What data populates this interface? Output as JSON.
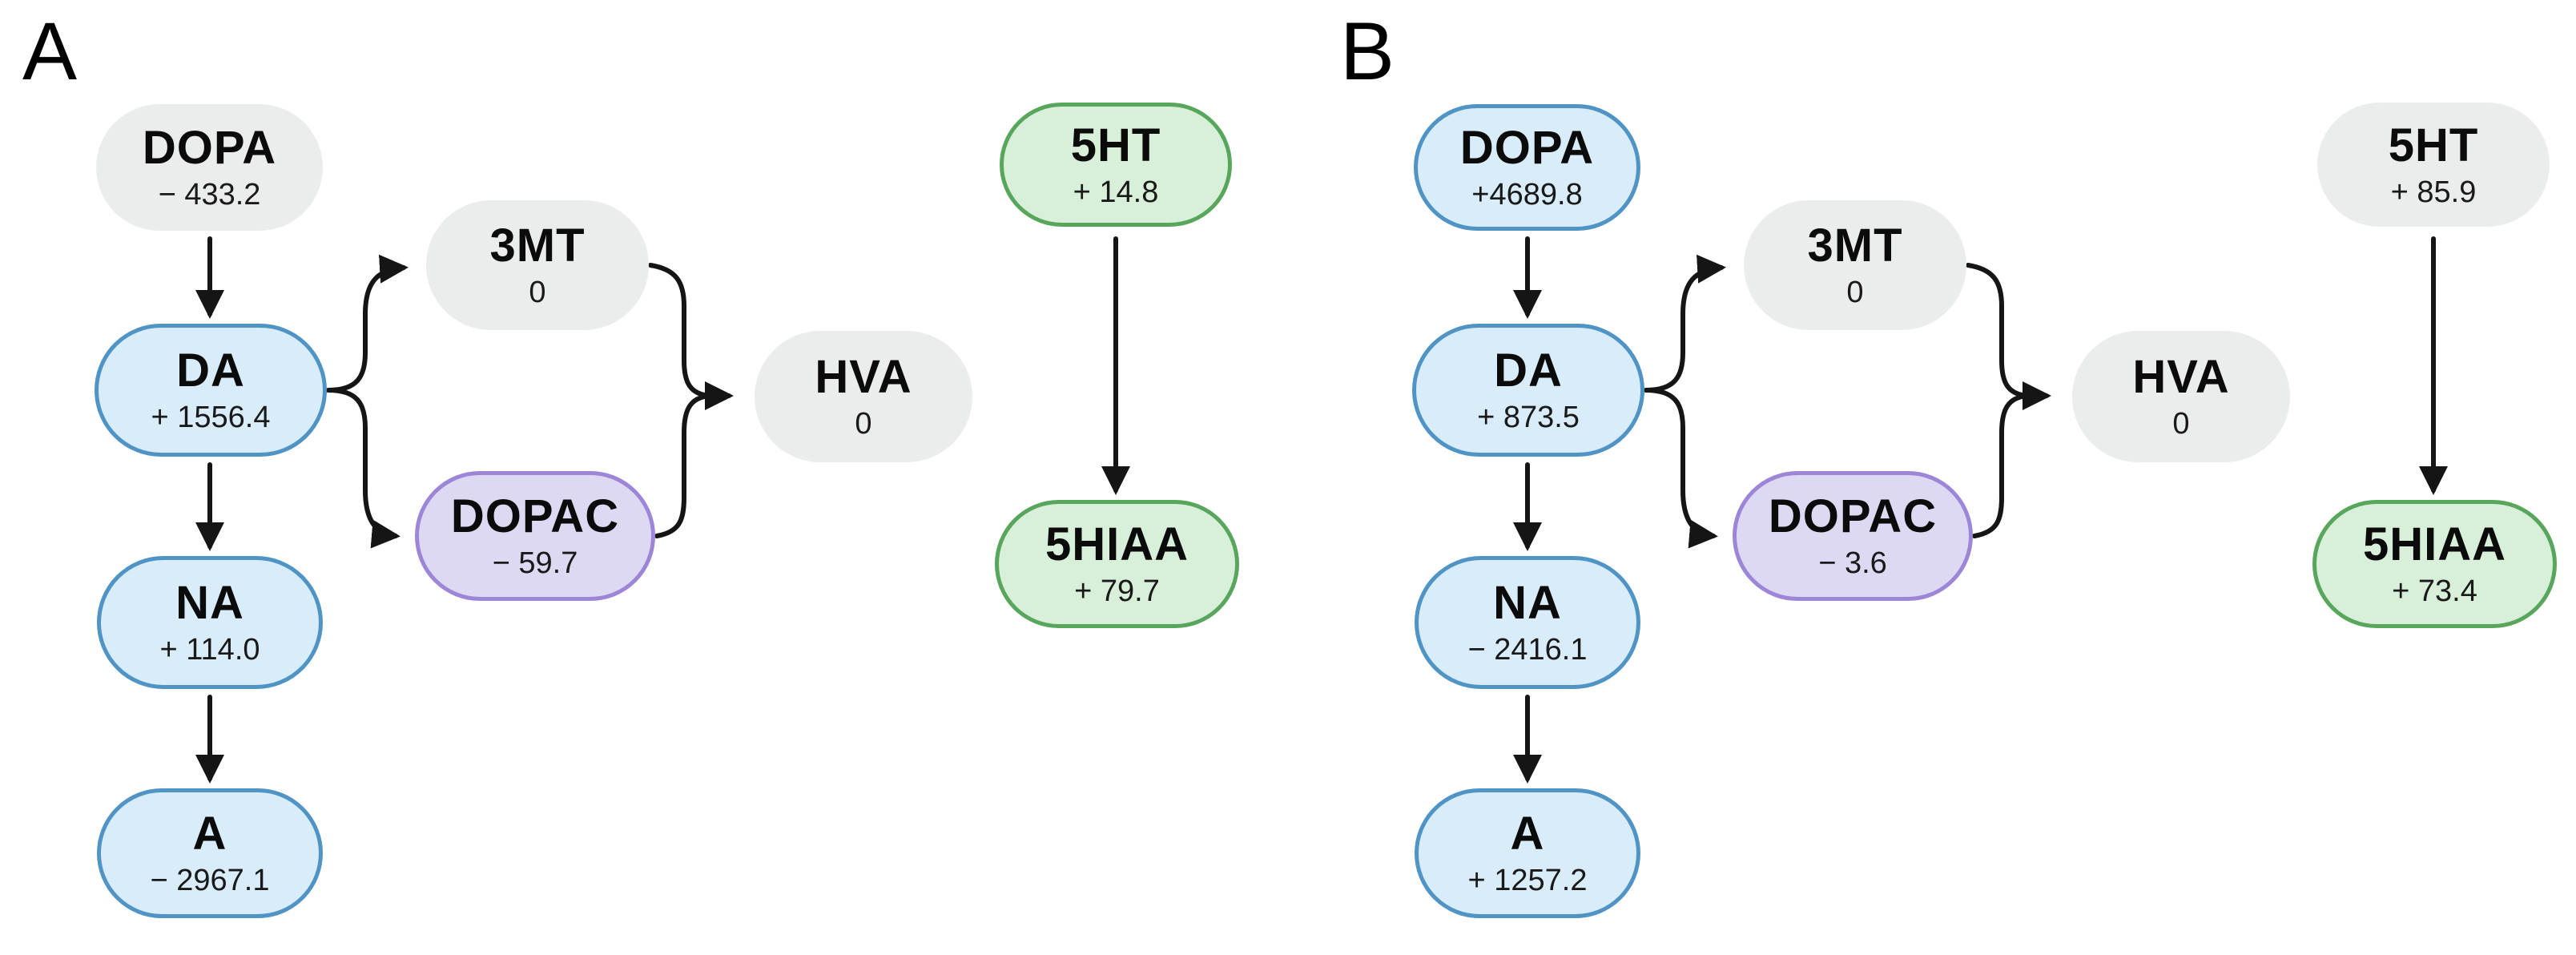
{
  "figure": {
    "background": "#ffffff",
    "palette": {
      "background": "#ffffff",
      "edge": "#151515",
      "text": "#0b0b0b",
      "gray_fill": "#ebedec",
      "blue_fill": "#d8ecfa",
      "blue_border": "#4f94c4",
      "purple_fill": "#ded9f3",
      "purple_border": "#9d86d8",
      "green_fill": "#d8f0d9",
      "green_border": "#58a55c"
    },
    "panels": [
      {
        "label": "A",
        "nodes": [
          {
            "id": "DOPA",
            "label": "DOPA",
            "value": "− 433.2",
            "kind": "gray"
          },
          {
            "id": "DA",
            "label": "DA",
            "value": "+ 1556.4",
            "kind": "blue"
          },
          {
            "id": "NA",
            "label": "NA",
            "value": "+ 114.0",
            "kind": "blue"
          },
          {
            "id": "A",
            "label": "A",
            "value": "− 2967.1",
            "kind": "blue"
          },
          {
            "id": "3MT",
            "label": "3MT",
            "value": "0",
            "kind": "gray"
          },
          {
            "id": "DOPAC",
            "label": "DOPAC",
            "value": "− 59.7",
            "kind": "purple"
          },
          {
            "id": "HVA",
            "label": "HVA",
            "value": "0",
            "kind": "gray"
          },
          {
            "id": "5HT",
            "label": "5HT",
            "value": "+ 14.8",
            "kind": "green"
          },
          {
            "id": "5HIAA",
            "label": "5HIAA",
            "value": "+ 79.7",
            "kind": "green"
          }
        ]
      },
      {
        "label": "B",
        "nodes": [
          {
            "id": "DOPA",
            "label": "DOPA",
            "value": "+4689.8",
            "kind": "blue"
          },
          {
            "id": "DA",
            "label": "DA",
            "value": "+ 873.5",
            "kind": "blue"
          },
          {
            "id": "NA",
            "label": "NA",
            "value": "− 2416.1",
            "kind": "blue"
          },
          {
            "id": "A",
            "label": "A",
            "value": "+ 1257.2",
            "kind": "blue"
          },
          {
            "id": "3MT",
            "label": "3MT",
            "value": "0",
            "kind": "gray"
          },
          {
            "id": "DOPAC",
            "label": "DOPAC",
            "value": "− 3.6",
            "kind": "purple"
          },
          {
            "id": "HVA",
            "label": "HVA",
            "value": "0",
            "kind": "gray"
          },
          {
            "id": "5HT",
            "label": "5HT",
            "value": "+ 85.9",
            "kind": "gray"
          },
          {
            "id": "5HIAA",
            "label": "5HIAA",
            "value": "+ 73.4",
            "kind": "green"
          }
        ]
      }
    ],
    "edges": [
      {
        "from": "DOPA",
        "to": "DA",
        "type": "arrow"
      },
      {
        "from": "DA",
        "to": "NA",
        "type": "arrow"
      },
      {
        "from": "NA",
        "to": "A",
        "type": "arrow"
      },
      {
        "from": "DA",
        "to": "3MT",
        "type": "branch-arrow"
      },
      {
        "from": "DA",
        "to": "DOPAC",
        "type": "branch-arrow"
      },
      {
        "from": "3MT",
        "to": "HVA",
        "type": "merge-arrow"
      },
      {
        "from": "DOPAC",
        "to": "HVA",
        "type": "merge-arrow"
      },
      {
        "from": "5HT",
        "to": "5HIAA",
        "type": "arrow"
      }
    ]
  }
}
